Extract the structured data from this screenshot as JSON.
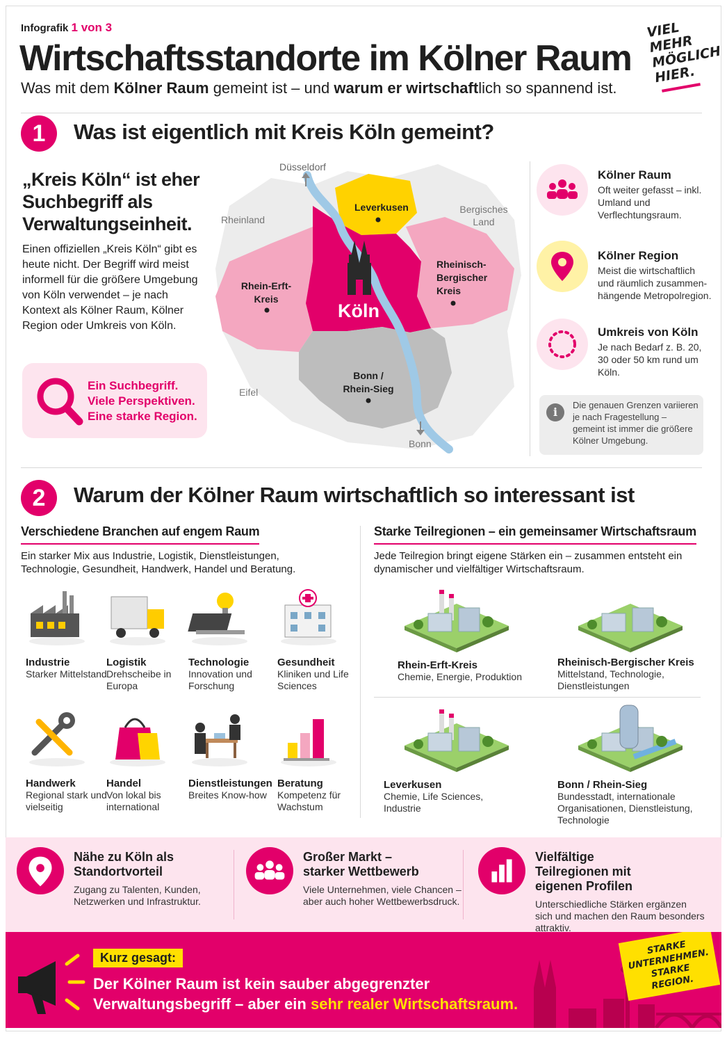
{
  "header": {
    "kicker_a": "Infografik",
    "kicker_b": "1 von 3",
    "title": "Wirtschaftsstandorte im Kölner Raum",
    "subtitle": [
      [
        "Was mit dem ",
        0
      ],
      [
        "Kölner Raum",
        1
      ],
      [
        " gemeint ist – und ",
        0
      ],
      [
        "warum er wirtschaft",
        1
      ],
      [
        "lich so spannend ist.",
        0
      ]
    ],
    "logo": [
      "VIEL",
      "MEHR",
      "MÖGLICH",
      "HIER."
    ]
  },
  "section1": {
    "number": "1",
    "heading": "Was ist eigentlich mit Kreis Köln gemeint?",
    "lead": "„Kreis Köln“ ist eher Suchbegriff als Verwaltungseinheit.",
    "body": "Einen offiziellen „Kreis Köln“ gibt es heute nicht. Der Begriff wird meist informell für die größere Umgebung von Köln verwendet – je nach Kontext als Kölner Raum, Kölner Region oder Umkreis von Köln.",
    "callout": [
      "Ein Suchbegriff.",
      "Viele Perspektiven.",
      "Eine starke Region."
    ],
    "map": {
      "dusseldorf": "Düsseldorf",
      "rheinland": "Rheinland",
      "bergisches": "Bergisches Land",
      "eifel": "Eifel",
      "bonn_out": "Bonn",
      "leverkusen": "Leverkusen",
      "rheinerft": "Rhein-Erft-Kreis",
      "koeln": "Köln",
      "rheinberg": "Rheinisch-Bergischer Kreis",
      "bonnrs": "Bonn / Rhein-Sieg"
    },
    "defs": [
      {
        "title": "Kölner Raum",
        "text": "Oft weiter gefasst – inkl. Umland und Verflechtungsraum.",
        "icon": "group-icon"
      },
      {
        "title": "Kölner Region",
        "text": "Meist die wirtschaftlich und räumlich zusammen-hängende Metropolregion.",
        "icon": "location-pin-icon"
      },
      {
        "title": "Umkreis von Köln",
        "text": "Je nach Bedarf z. B. 20, 30 oder 50 km rund um Köln.",
        "icon": "dotted-circle-icon"
      }
    ],
    "info": "Die genauen Grenzen variieren je nach Fragestellung – gemeint ist immer die größere Kölner Umgebung."
  },
  "section2": {
    "number": "2",
    "heading": "Warum der Kölner Raum wirtschaftlich so interessant ist",
    "left_title": "Verschiedene Branchen auf engem Raum",
    "left_intro": "Ein starker Mix aus Industrie, Logistik, Dienstleistungen, Technologie, Gesundheit, Handwerk, Handel und Beratung.",
    "branches": [
      {
        "t": "Industrie",
        "s": "Starker Mittelstand"
      },
      {
        "t": "Logistik",
        "s": "Drehscheibe in Europa"
      },
      {
        "t": "Technologie",
        "s": "Innovation und Forschung"
      },
      {
        "t": "Gesundheit",
        "s": "Kliniken und Life Sciences"
      },
      {
        "t": "Handwerk",
        "s": "Regional stark und vielseitig"
      },
      {
        "t": "Handel",
        "s": "Von lokal bis international"
      },
      {
        "t": "Dienstleistungen",
        "s": "Breites Know-how"
      },
      {
        "t": "Beratung",
        "s": "Kompetenz für Wachstum"
      }
    ],
    "right_title": "Starke Teilregionen – ein gemeinsamer Wirtschaftsraum",
    "right_intro": "Jede Teilregion bringt eigene Stärken ein – zusammen entsteht ein dynamischer und vielfältiger Wirtschaftsraum.",
    "regions": [
      {
        "t": "Rhein-Erft-Kreis",
        "s": "Chemie, Energie, Produktion"
      },
      {
        "t": "Rheinisch-Bergischer Kreis",
        "s": "Mittelstand, Technologie, Dienstleistungen"
      },
      {
        "t": "Leverkusen",
        "s": "Chemie, Life Sciences, Industrie"
      },
      {
        "t": "Bonn / Rhein-Sieg",
        "s": "Bundesstadt, internationale Organisationen, Dienstleistung, Technologie"
      }
    ]
  },
  "band": [
    {
      "t": "Nähe zu Köln als Standortvorteil",
      "s": "Zugang zu Talenten, Kunden, Netzwerken und Infrastruktur."
    },
    {
      "t": "Großer Markt – starker Wettbewerb",
      "s": "Viele Unternehmen, viele Chancen – aber auch hoher Wettbewerbsdruck."
    },
    {
      "t": "Vielfältige Teilregionen mit eigenen Profilen",
      "s": "Unterschiedliche Stärken ergänzen sich und machen den Raum besonders attraktiv."
    }
  ],
  "footer": {
    "label": "Kurz gesagt:",
    "line1": "Der Kölner Raum ist kein sauber abgegrenzter",
    "line2a": "Verwaltungsbegriff – aber ein ",
    "line2b": "sehr realer Wirtschaftsraum.",
    "sticker": [
      "STARKE",
      "UNTERNEHMEN.",
      "STARKE REGION."
    ]
  },
  "colors": {
    "magenta": "#e2006a",
    "pink_light": "#fde4ee",
    "yellow": "#ffe000",
    "grey": "#bdbdbd"
  }
}
